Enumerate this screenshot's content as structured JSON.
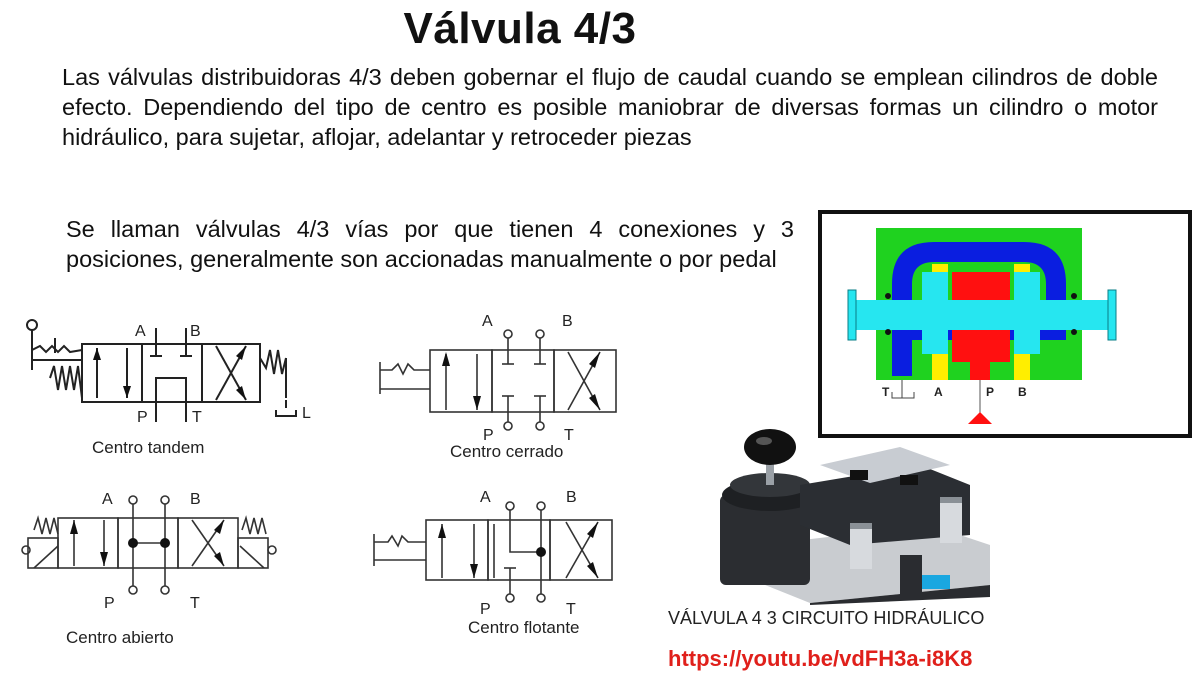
{
  "title": "Válvula 4/3",
  "paragraphs": [
    "Las válvulas distribuidoras 4/3 deben gobernar el flujo de caudal cuando se emplean cilindros de doble efecto.  Dependiendo del tipo de centro es posible maniobrar de diversas formas un cilindro o motor hidráulico, para sujetar, aflojar, adelantar y retroceder piezas",
    "Se llaman válvulas 4/3 vías por que tienen 4 conexiones y 3 posiciones, generalmente son accionadas manualmente o por pedal"
  ],
  "diagrams": [
    {
      "caption": "Centro tandem",
      "ports": {
        "a": "A",
        "b": "B",
        "p": "P",
        "t": "T",
        "drain": "L"
      }
    },
    {
      "caption": "Centro cerrado",
      "ports": {
        "a": "A",
        "b": "B",
        "p": "P",
        "t": "T"
      }
    },
    {
      "caption": "Centro abierto",
      "ports": {
        "a": "A",
        "b": "B",
        "p": "P",
        "t": "T"
      }
    },
    {
      "caption": "Centro flotante",
      "ports": {
        "a": "A",
        "b": "B",
        "p": "P",
        "t": "T"
      }
    }
  ],
  "cutaway": {
    "ports": {
      "t": "T",
      "a": "A",
      "p": "P",
      "b": "B"
    },
    "colors": {
      "body": "#1fd21f",
      "tank": "#0a1ee0",
      "pressure": "#ff1010",
      "spool": "#26e6f0",
      "work": "#ffee00"
    }
  },
  "photo": {
    "caption": "VÁLVULA 4 3 CIRCUITO HIDRÁULICO"
  },
  "link": {
    "text": "https://youtu.be/vdFH3a-i8K8",
    "color": "#e0201b"
  }
}
